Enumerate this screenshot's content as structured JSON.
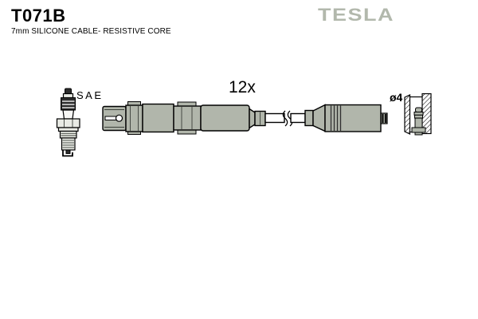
{
  "header": {
    "part_number": "T071B",
    "subtitle": "7mm SILICONE CABLE- RESISTIVE CORE",
    "brand": "TESLA"
  },
  "diagram": {
    "labels": {
      "spark_plug": "SAE",
      "quantity": "12x",
      "terminal_diameter": "ø4"
    }
  },
  "colors": {
    "background": "#ffffff",
    "part_fill": "#b1b6ab",
    "brand": "#b2b8ac",
    "outline": "#000000"
  }
}
